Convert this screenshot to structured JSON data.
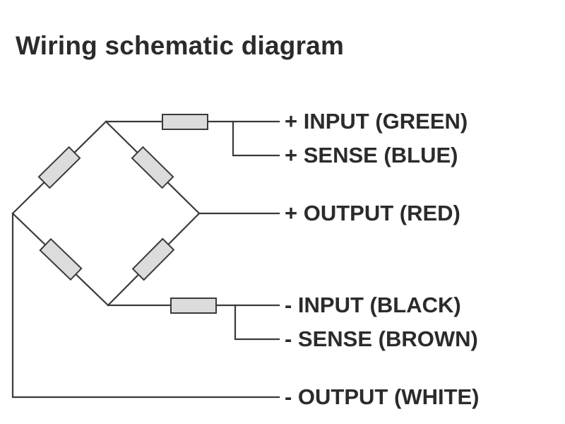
{
  "title": "Wiring schematic diagram",
  "labels": {
    "plus_input": "+ INPUT (GREEN)",
    "plus_sense": "+ SENSE (BLUE)",
    "plus_output": "+ OUTPUT (RED)",
    "minus_input": "- INPUT (BLACK)",
    "minus_sense": "- SENSE (BROWN)",
    "minus_output": "- OUTPUT (WHITE)"
  },
  "colors": {
    "line": "#3a3a3a",
    "resistor_fill": "#dcdcdc",
    "text": "#2b2b2b"
  }
}
